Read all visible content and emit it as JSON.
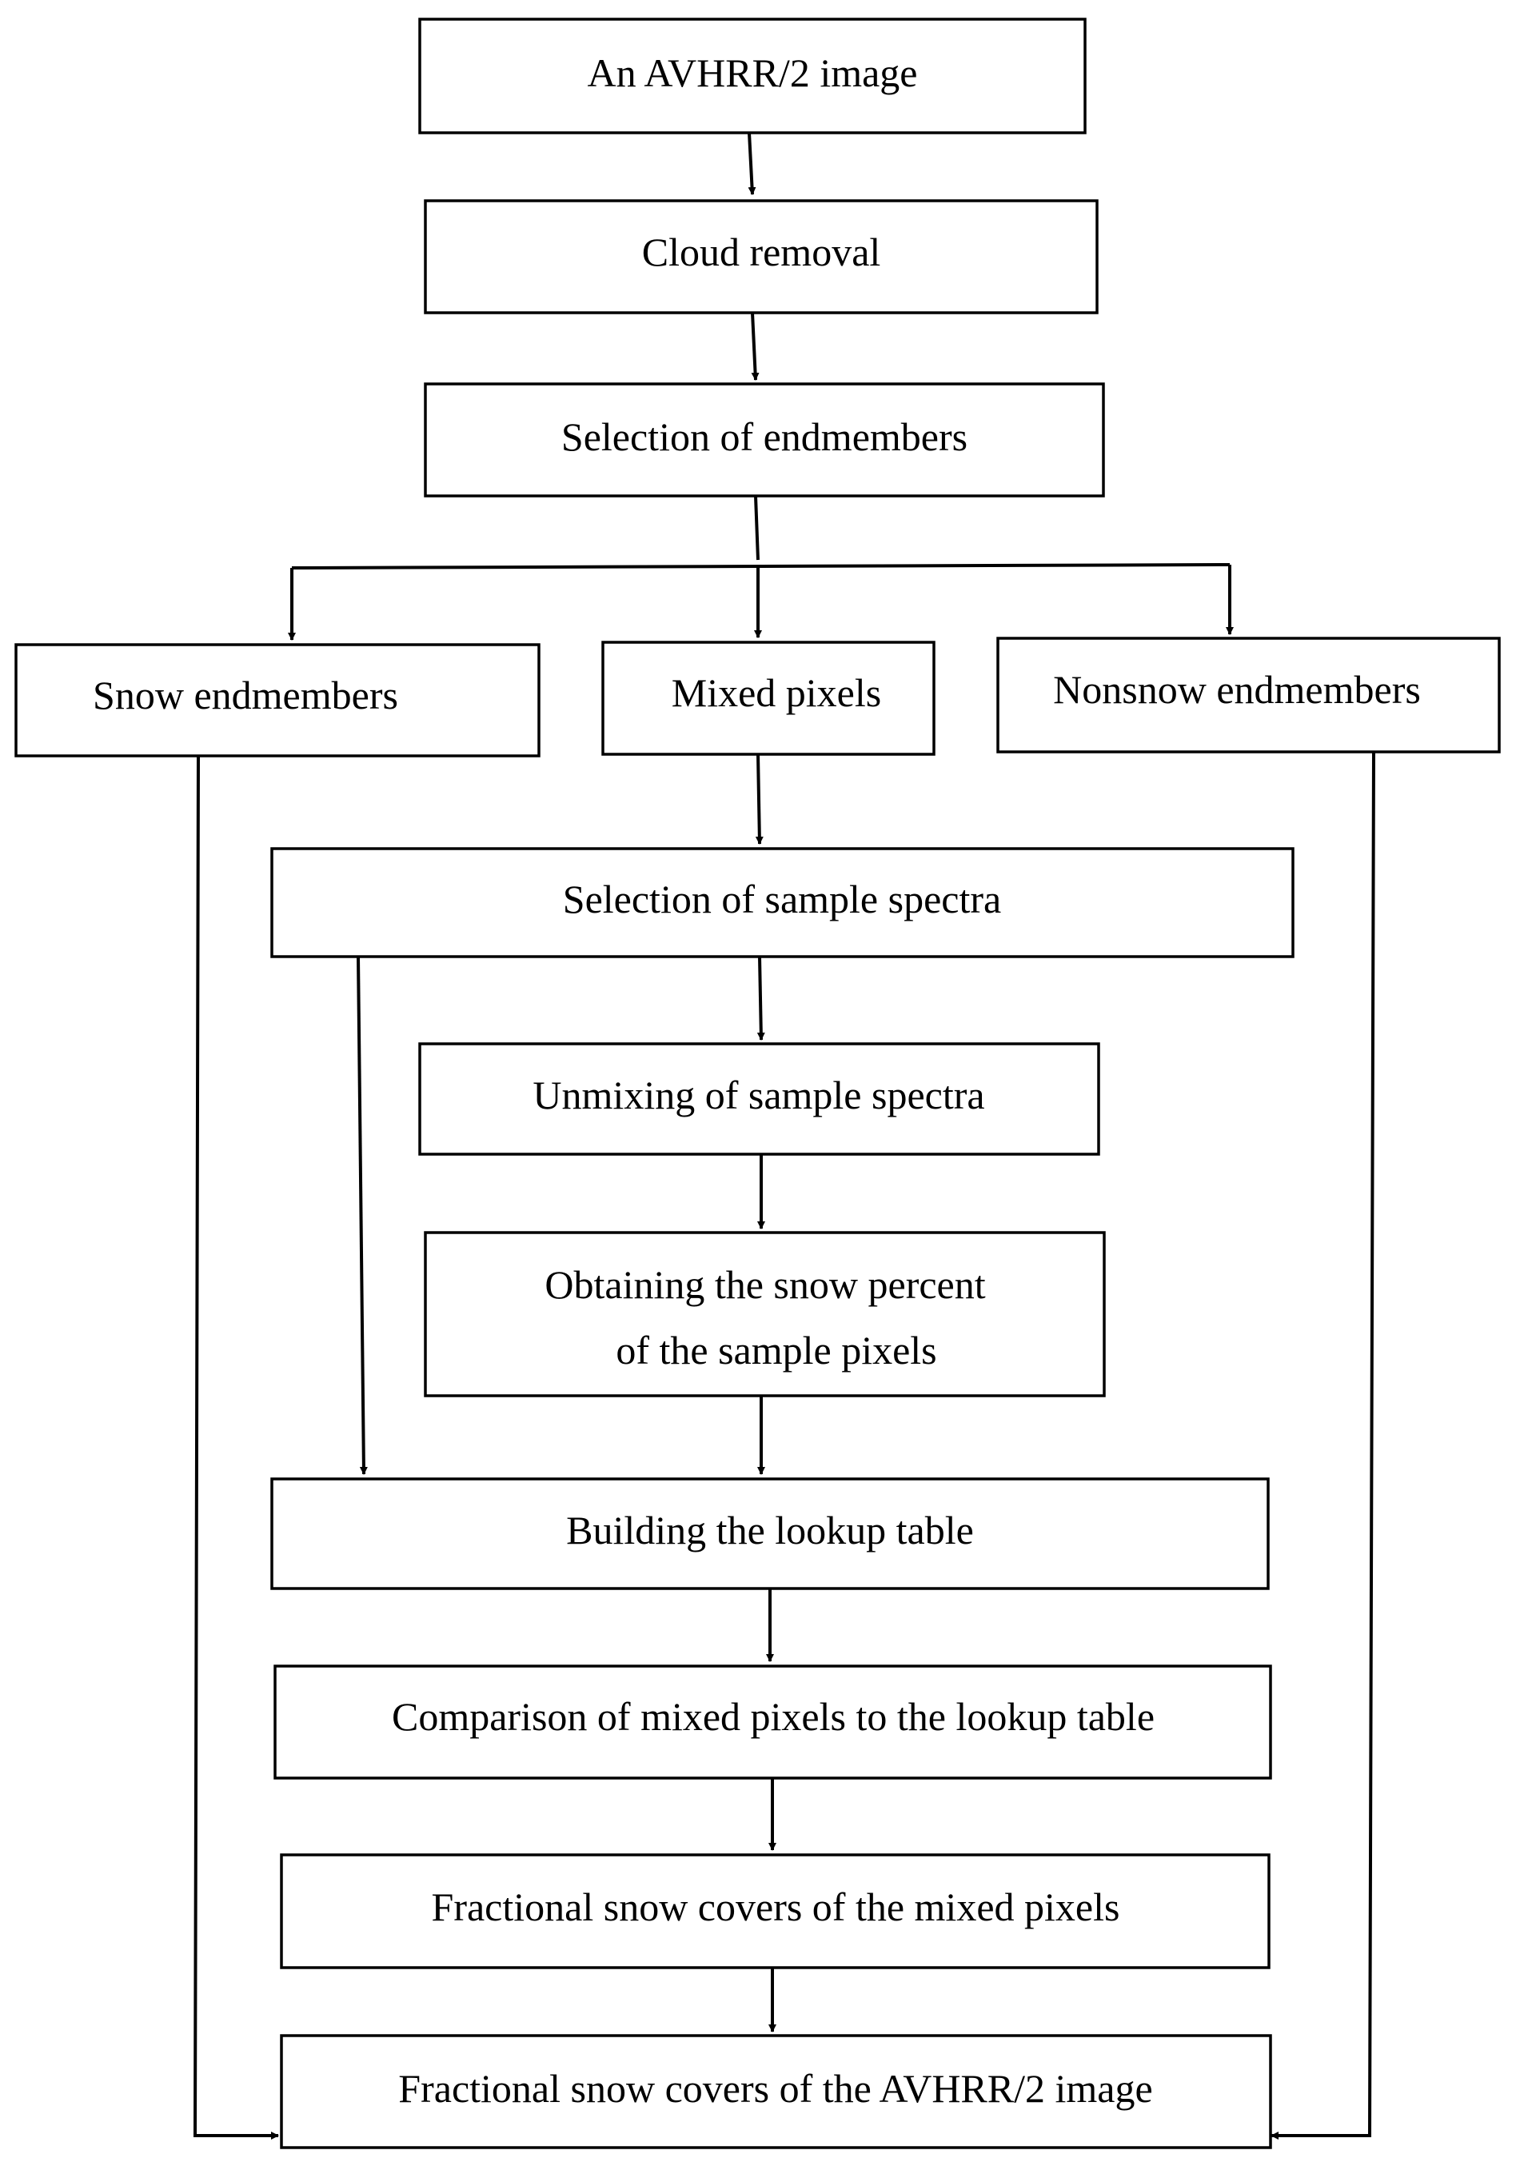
{
  "diagram": {
    "type": "flowchart",
    "nodes": {
      "avhrr_image": "An AVHRR/2 image",
      "cloud_removal": "Cloud removal",
      "selection_endmembers": "Selection of endmembers",
      "snow_endmembers": "Snow endmembers",
      "mixed_pixels": "Mixed pixels",
      "nonsnow_endmembers": "Nonsnow endmembers",
      "selection_sample_spectra": "Selection of sample spectra",
      "unmixing_sample_spectra": "Unmixing of sample spectra",
      "obtaining_snow_percent_line1": "Obtaining the snow percent",
      "obtaining_snow_percent_line2": "of the sample pixels",
      "building_lookup_table": "Building the lookup table",
      "comparison_lookup": "Comparison of mixed pixels to the lookup table",
      "fractional_mixed": "Fractional snow covers of the mixed pixels",
      "fractional_image": "Fractional snow covers of the AVHRR/2 image"
    },
    "edges": [
      [
        "avhrr_image",
        "cloud_removal"
      ],
      [
        "cloud_removal",
        "selection_endmembers"
      ],
      [
        "selection_endmembers",
        "snow_endmembers"
      ],
      [
        "selection_endmembers",
        "mixed_pixels"
      ],
      [
        "selection_endmembers",
        "nonsnow_endmembers"
      ],
      [
        "mixed_pixels",
        "selection_sample_spectra"
      ],
      [
        "selection_sample_spectra",
        "unmixing_sample_spectra"
      ],
      [
        "selection_sample_spectra",
        "building_lookup_table"
      ],
      [
        "unmixing_sample_spectra",
        "obtaining_snow_percent"
      ],
      [
        "obtaining_snow_percent",
        "building_lookup_table"
      ],
      [
        "building_lookup_table",
        "comparison_lookup"
      ],
      [
        "comparison_lookup",
        "fractional_mixed"
      ],
      [
        "fractional_mixed",
        "fractional_image"
      ],
      [
        "snow_endmembers",
        "fractional_image"
      ],
      [
        "nonsnow_endmembers",
        "fractional_image"
      ]
    ]
  }
}
